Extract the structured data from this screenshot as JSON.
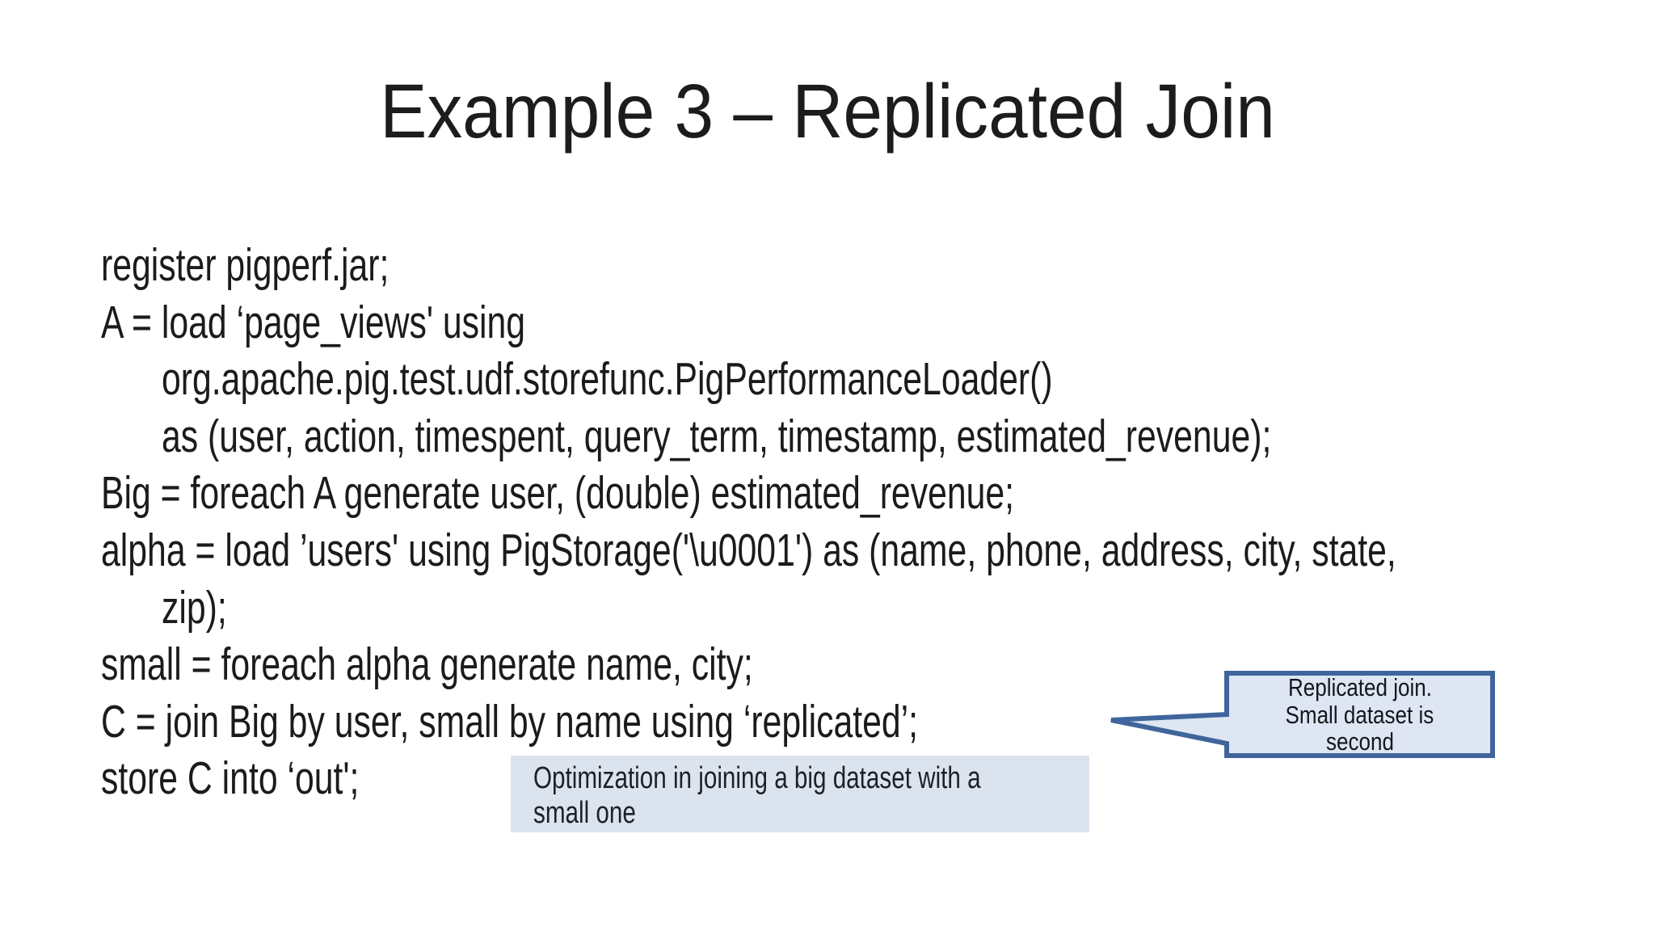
{
  "slide": {
    "title": "Example 3 – Replicated Join",
    "code_lines": [
      {
        "text": "register pigperf.jar;"
      },
      {
        "text": "A = load ‘page_views' using"
      },
      {
        "text": "org.apache.pig.test.udf.storefunc.PigPerformanceLoader()"
      },
      {
        "text": "as (user, action, timespent, query_term, timestamp, estimated_revenue);"
      },
      {
        "text": "Big = foreach A generate user, (double) estimated_revenue;"
      },
      {
        "text": "alpha = load ’users' using PigStorage('\\u0001') as (name, phone, address, city, state,"
      },
      {
        "text": "zip);"
      },
      {
        "text": "small = foreach alpha generate name, city;"
      },
      {
        "text": "C = join Big by user, small by name using ‘replicated’;"
      },
      {
        "text": "store C into ‘out';"
      }
    ],
    "note_box": {
      "fill": "#dbe4ee",
      "lines": [
        "Optimization in joining a big dataset with a",
        "small one"
      ]
    },
    "callout": {
      "fill": "#dde6f2",
      "border": "#40659c",
      "lines": [
        "Replicated join.",
        "Small dataset  is",
        "second"
      ]
    }
  }
}
